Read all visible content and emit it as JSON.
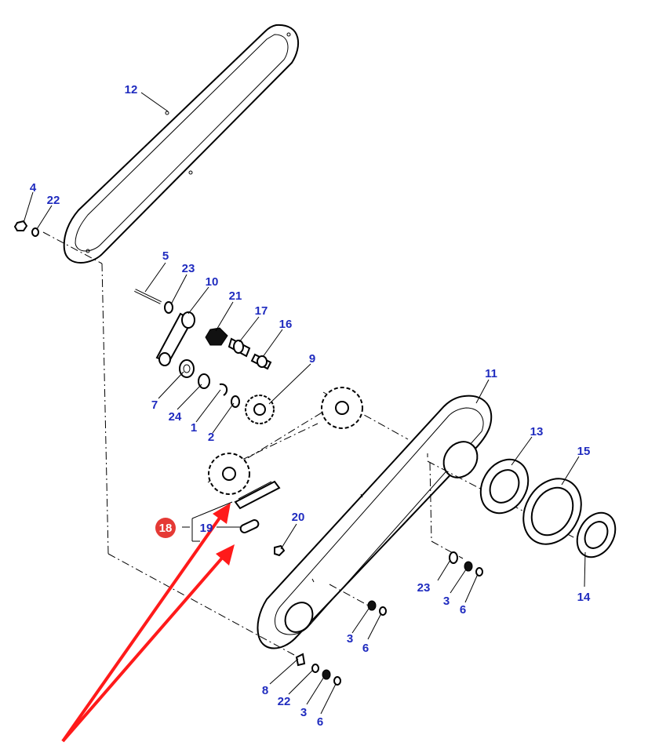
{
  "callouts": [
    {
      "id": "c1",
      "text": "1"
    },
    {
      "id": "c2",
      "text": "2"
    },
    {
      "id": "c3a",
      "text": "3"
    },
    {
      "id": "c3b",
      "text": "3"
    },
    {
      "id": "c3c",
      "text": "3"
    },
    {
      "id": "c4",
      "text": "4"
    },
    {
      "id": "c5",
      "text": "5"
    },
    {
      "id": "c6a",
      "text": "6"
    },
    {
      "id": "c6b",
      "text": "6"
    },
    {
      "id": "c6c",
      "text": "6"
    },
    {
      "id": "c7",
      "text": "7"
    },
    {
      "id": "c8",
      "text": "8"
    },
    {
      "id": "c9",
      "text": "9"
    },
    {
      "id": "c10",
      "text": "10"
    },
    {
      "id": "c11",
      "text": "11"
    },
    {
      "id": "c12",
      "text": "12"
    },
    {
      "id": "c13",
      "text": "13"
    },
    {
      "id": "c14",
      "text": "14"
    },
    {
      "id": "c15",
      "text": "15"
    },
    {
      "id": "c16",
      "text": "16"
    },
    {
      "id": "c17",
      "text": "17"
    },
    {
      "id": "c19",
      "text": "19"
    },
    {
      "id": "c20",
      "text": "20"
    },
    {
      "id": "c21",
      "text": "21"
    },
    {
      "id": "c22a",
      "text": "22"
    },
    {
      "id": "c22b",
      "text": "22"
    },
    {
      "id": "c23a",
      "text": "23"
    },
    {
      "id": "c23b",
      "text": "23"
    },
    {
      "id": "c24",
      "text": "24"
    }
  ],
  "highlighted_callout": {
    "text": "18",
    "badge_color": "#e53935"
  },
  "colors": {
    "callout_text": "#1f2bbf",
    "line_art": "#000000",
    "indicator_arrows": "#ff1a1a",
    "background": "#ffffff"
  }
}
